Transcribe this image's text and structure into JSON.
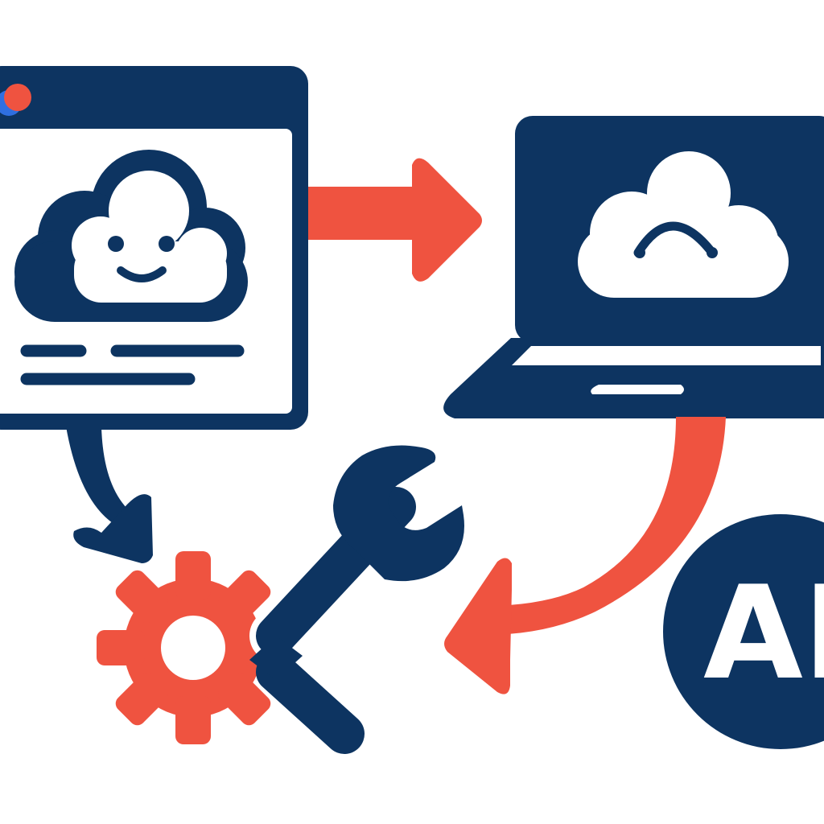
{
  "colors": {
    "navy": "#0d3461",
    "coral": "#ef5340",
    "blue_dot": "#2f6fe0",
    "background": "#ffffff"
  },
  "browser_window": {
    "icon": "cloud-icon",
    "cloud_face": "smiling",
    "window_dots": [
      "blue",
      "coral"
    ],
    "text_lines": 3
  },
  "laptop": {
    "icon": "cloud-icon",
    "cloud_face": "frowning"
  },
  "tools": {
    "gear_icon": "gear-icon",
    "wrench_icon": "wrench-icon"
  },
  "ai_badge": {
    "label": "AI"
  },
  "arrows": [
    {
      "from": "browser-window",
      "to": "laptop",
      "color": "coral"
    },
    {
      "from": "browser-window",
      "to": "tools",
      "color": "navy"
    },
    {
      "from": "laptop",
      "to": "tools",
      "color": "coral"
    }
  ]
}
